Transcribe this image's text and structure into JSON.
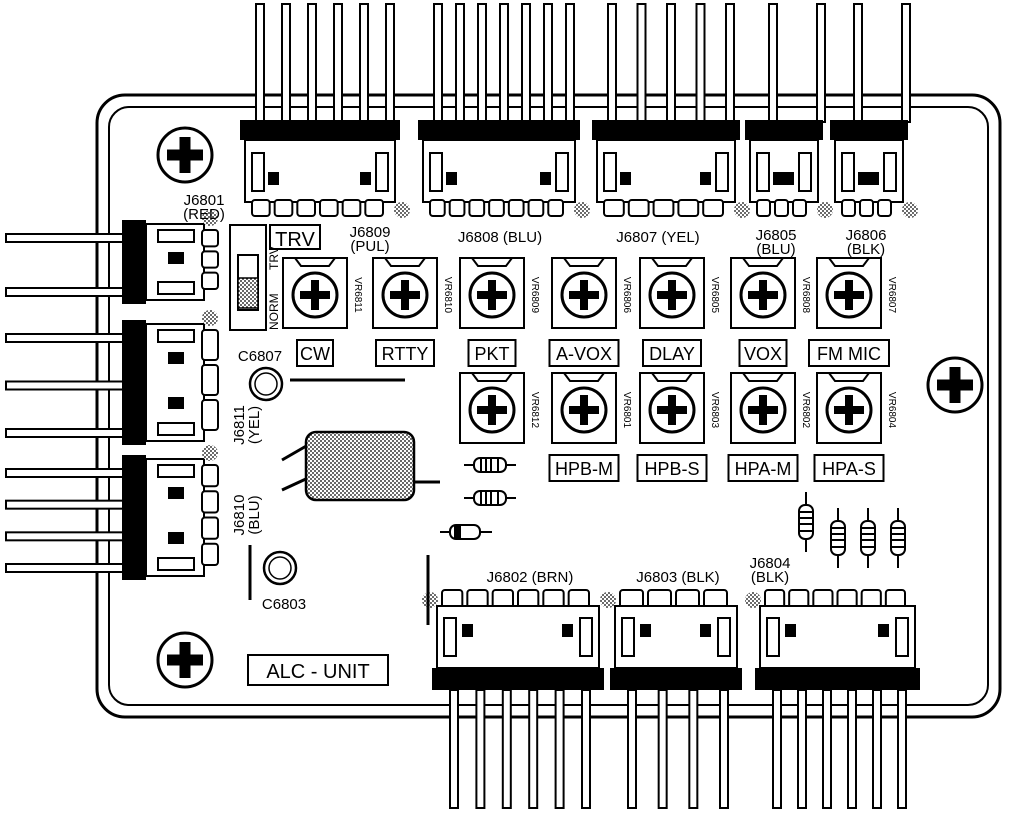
{
  "board": {
    "title": "ALC - UNIT"
  },
  "connectors_top": [
    {
      "id": "J6809",
      "color": "(PUL)",
      "pins": 6,
      "name_label": "TRV"
    },
    {
      "id": "J6808 (BLU)",
      "pins": 7
    },
    {
      "id": "J6807 (YEL)",
      "pins": 5
    },
    {
      "id": "J6805",
      "color": "(BLU)",
      "pins": 2
    },
    {
      "id": "J6806",
      "color": "(BLK)",
      "pins": 2
    }
  ],
  "connectors_left": [
    {
      "id": "J6801",
      "color": "(RED)",
      "pins": 2
    },
    {
      "id": "J6811",
      "color": "(YEL)",
      "pins": 3
    },
    {
      "id": "J6810",
      "color": "(BLU)",
      "pins": 4
    }
  ],
  "connectors_bottom": [
    {
      "id": "J6802 (BRN)",
      "pins": 6
    },
    {
      "id": "J6803 (BLK)",
      "pins": 4
    },
    {
      "id": "J6804",
      "color": "(BLK)",
      "pins": 6
    }
  ],
  "switch": {
    "labels": [
      "NORM",
      "TRV"
    ]
  },
  "capacitors": [
    "C6807",
    "C6803"
  ],
  "pots_row1": [
    {
      "ref": "VR6811",
      "label": "CW"
    },
    {
      "ref": "VR6810",
      "label": "RTTY"
    },
    {
      "ref": "VR6809",
      "label": "PKT"
    },
    {
      "ref": "VR6806",
      "label": "A-VOX"
    },
    {
      "ref": "VR6805",
      "label": "DLAY"
    },
    {
      "ref": "VR6808",
      "label": "VOX"
    },
    {
      "ref": "VR6807",
      "label": "FM MIC"
    }
  ],
  "pots_row2": [
    {
      "ref": "VR6812",
      "label": ""
    },
    {
      "ref": "VR6801",
      "label": "HPB-M"
    },
    {
      "ref": "VR6803",
      "label": "HPB-S"
    },
    {
      "ref": "VR6802",
      "label": "HPA-M"
    },
    {
      "ref": "VR6804",
      "label": "HPA-S"
    }
  ]
}
